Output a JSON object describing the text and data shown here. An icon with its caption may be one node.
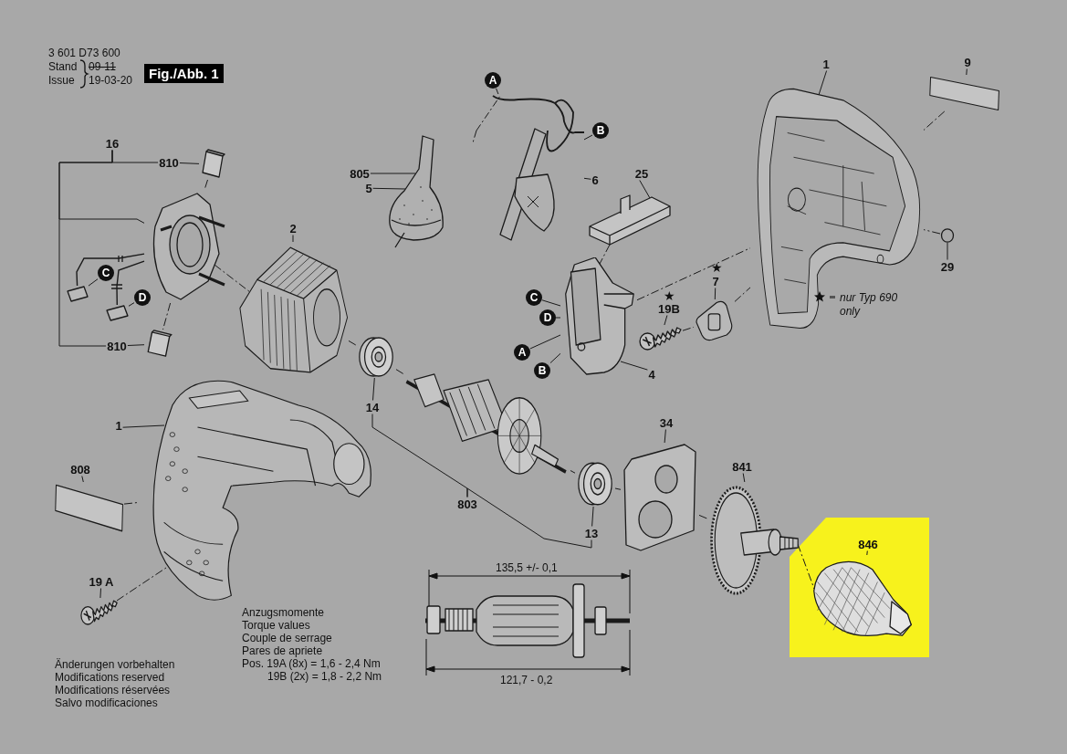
{
  "diagram": {
    "title": "Fig./Abb. 1",
    "nodes": [
      {
        "text": [
          "1"
        ]
      },
      {
        "text": [
          "9"
        ]
      },
      {
        "text": [],
        "shape": "picture"
      },
      {
        "text": [],
        "shape": "box"
      },
      {
        "text": [
          "A"
        ]
      },
      {
        "text": [
          "B"
        ]
      },
      {
        "text": [
          "16"
        ]
      },
      {
        "text": [
          "810"
        ]
      },
      {
        "text": [],
        "shape": "picture"
      },
      {
        "text": [
          "805"
        ]
      },
      {
        "text": [
          "5"
        ]
      },
      {
        "text": [],
        "shape": "picture"
      },
      {
        "text": [],
        "shape": "picture"
      },
      {
        "text": [
          "6"
        ]
      },
      {
        "text": [
          "25"
        ]
      },
      {
        "text": [],
        "shape": "picture"
      },
      {
        "text": [],
        "shape": "picture"
      },
      {
        "text": [
          "2"
        ]
      },
      {
        "text": [],
        "shape": "picture"
      },
      {
        "text": [],
        "shape": "circle"
      },
      {
        "text": [
          "29"
        ]
      },
      {
        "text": [
          "C"
        ]
      },
      {
        "text": [
          "D"
        ]
      },
      {
        "text": [
          "7"
        ]
      },
      {
        "text": [
          "19B"
        ]
      },
      {
        "text": [],
        "shape": "picture"
      },
      {
        "text": [],
        "shape": "picture"
      },
      {
        "text": [],
        "shape": "picture"
      },
      {
        "text": [
          "C"
        ]
      },
      {
        "text": [
          "D"
        ]
      },
      {
        "text": [
          "A"
        ]
      },
      {
        "text": [
          "B"
        ]
      },
      {
        "text": [
          "4"
        ]
      },
      {
        "text": [],
        "shape": "picture"
      },
      {
        "text": [
          "810"
        ]
      },
      {
        "text": [],
        "shape": "picture"
      },
      {
        "text": [
          "14"
        ]
      },
      {
        "text": [],
        "shape": "picture"
      },
      {
        "text": [],
        "shape": "picture"
      },
      {
        "text": [
          "1"
        ]
      },
      {
        "text": [
          "34"
        ]
      },
      {
        "text": [],
        "shape": "picture"
      },
      {
        "text": [
          "841"
        ]
      },
      {
        "text": [
          "808"
        ]
      },
      {
        "text": [],
        "shape": "box"
      },
      {
        "text": [
          "803"
        ]
      },
      {
        "text": [],
        "shape": "picture"
      },
      {
        "text": [],
        "shape": "picture"
      },
      {
        "text": [
          "13"
        ]
      },
      {
        "text": [
          "846"
        ]
      },
      {
        "text": [],
        "shape": "picture"
      },
      {
        "text": [
          "19 A"
        ]
      },
      {
        "text": [],
        "shape": "picture"
      },
      {
        "text": [],
        "shape": "picture"
      },
      {
        "text": [],
        "shape": "picture"
      }
    ],
    "edges": [
      {
        "from": 0,
        "to": 2,
        "arrow": "none"
      },
      {
        "from": 1,
        "to": 3,
        "arrow": "none"
      },
      {
        "from": 4,
        "to": 12,
        "arrow": "none"
      },
      {
        "from": 5,
        "to": 12,
        "arrow": "none"
      },
      {
        "from": 6,
        "to": 16,
        "arrow": "none"
      },
      {
        "from": 6,
        "to": 7,
        "arrow": "none"
      },
      {
        "from": 6,
        "to": 34,
        "arrow": "none"
      },
      {
        "from": 7,
        "to": 8,
        "arrow": "none"
      },
      {
        "from": 9,
        "to": 11,
        "arrow": "none"
      },
      {
        "from": 10,
        "to": 11,
        "arrow": "none"
      },
      {
        "from": 13,
        "to": 12,
        "arrow": "none"
      },
      {
        "from": 14,
        "to": 15,
        "arrow": "none"
      },
      {
        "from": 17,
        "to": 18,
        "arrow": "none"
      },
      {
        "from": 20,
        "to": 19,
        "arrow": "none"
      },
      {
        "from": 21,
        "to": 53,
        "arrow": "none"
      },
      {
        "from": 22,
        "to": 54,
        "arrow": "none"
      },
      {
        "from": 23,
        "to": 25,
        "arrow": "none"
      },
      {
        "from": 24,
        "to": 26,
        "arrow": "none"
      },
      {
        "from": 28,
        "to": 27,
        "arrow": "none"
      },
      {
        "from": 29,
        "to": 27,
        "arrow": "none"
      },
      {
        "from": 30,
        "to": 27,
        "arrow": "none"
      },
      {
        "from": 31,
        "to": 27,
        "arrow": "none"
      },
      {
        "from": 32,
        "to": 27,
        "arrow": "none"
      },
      {
        "from": 34,
        "to": 33,
        "arrow": "none"
      },
      {
        "from": 36,
        "to": 35,
        "arrow": "none"
      },
      {
        "from": 39,
        "to": 38,
        "arrow": "none"
      },
      {
        "from": 40,
        "to": 41,
        "arrow": "none"
      },
      {
        "from": 42,
        "to": 47,
        "arrow": "none"
      },
      {
        "from": 43,
        "to": 44,
        "arrow": "none"
      },
      {
        "from": 45,
        "to": 36,
        "arrow": "none"
      },
      {
        "from": 45,
        "to": 48,
        "arrow": "none"
      },
      {
        "from": 48,
        "to": 46,
        "arrow": "none"
      },
      {
        "from": 49,
        "to": 50,
        "arrow": "none"
      },
      {
        "from": 51,
        "to": 52,
        "arrow": "none"
      },
      {
        "from": 8,
        "to": 16,
        "arrow": "none",
        "style": "dashed"
      },
      {
        "from": 16,
        "to": 33,
        "arrow": "none",
        "style": "dashed"
      },
      {
        "from": 16,
        "to": 18,
        "arrow": "none",
        "style": "dashed"
      },
      {
        "from": 18,
        "to": 35,
        "arrow": "none",
        "style": "dashed"
      },
      {
        "from": 35,
        "to": 37,
        "arrow": "none",
        "style": "dashed"
      },
      {
        "from": 37,
        "to": 46,
        "arrow": "none",
        "style": "dashed"
      },
      {
        "from": 46,
        "to": 41,
        "arrow": "none",
        "style": "dashed"
      },
      {
        "from": 41,
        "to": 47,
        "arrow": "none",
        "style": "dashed"
      },
      {
        "from": 47,
        "to": 50,
        "arrow": "none",
        "style": "dashed"
      },
      {
        "from": 15,
        "to": 27,
        "arrow": "none",
        "style": "dashed"
      },
      {
        "from": 27,
        "to": 2,
        "arrow": "none",
        "style": "dashed"
      },
      {
        "from": 26,
        "to": 25,
        "arrow": "none",
        "style": "dashed"
      },
      {
        "from": 25,
        "to": 2,
        "arrow": "none",
        "style": "dashed"
      },
      {
        "from": 19,
        "to": 2,
        "arrow": "none",
        "style": "dashed"
      },
      {
        "from": 3,
        "to": 2,
        "arrow": "none",
        "style": "dashed"
      },
      {
        "from": 44,
        "to": 38,
        "arrow": "none",
        "style": "dashed"
      },
      {
        "from": 52,
        "to": 38,
        "arrow": "none",
        "style": "dashed"
      },
      {
        "from": 16,
        "to": 53,
        "arrow": "none"
      },
      {
        "from": 16,
        "to": 54,
        "arrow": "none"
      }
    ],
    "labels": [
      "3 601 D73 600",
      "Stand",
      "09-11",
      "Issue",
      "19-03-20",
      "★",
      "★",
      "135,5 +/- 0,1",
      "121,7 - 0,2",
      "Anzugsmomente",
      "Torque values",
      "Couple de serrage",
      "Pares de apriete",
      "Pos. 19A (8x) = 1,6 - 2,4 Nm",
      "19B (2x) = 1,8 - 2,2 Nm",
      "Änderungen vorbehalten",
      "Modifications reserved",
      "Modifications réservées",
      "Salvo modificaciones"
    ],
    "legend": [
      {
        "text": "nur Typ 690 only"
      }
    ]
  }
}
